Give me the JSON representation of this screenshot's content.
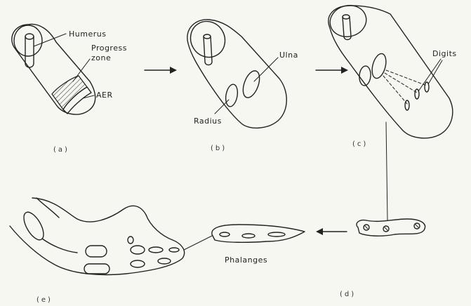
{
  "labels": {
    "humerus": "Humerus",
    "progress_zone_1": "Progress",
    "progress_zone_2": "zone",
    "aer": "AER",
    "ulna": "Ulna",
    "radius": "Radius",
    "digits": "Digits",
    "phalanges": "Phalanges"
  },
  "captions": {
    "a": "(a)",
    "b": "(b)",
    "c": "(c)",
    "d": "(d)",
    "e": "(e)"
  }
}
